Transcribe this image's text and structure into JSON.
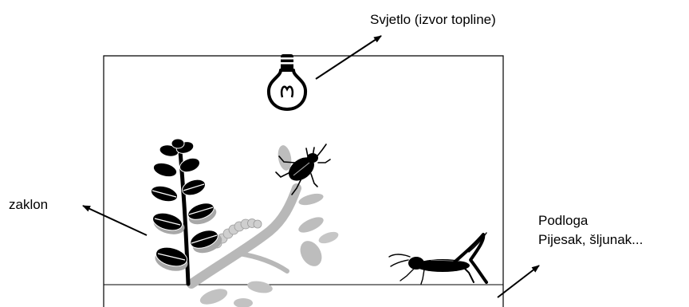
{
  "labels": {
    "light": "Svjetlo (izvor topline)",
    "shelter": "zaklon",
    "substrate_line1": "Podloga",
    "substrate_line2": "Pijesak, šljunak..."
  },
  "colors": {
    "ink": "#000000",
    "plant_gray": "#b8b8b8",
    "leaf_shadow": "#a8a8a8"
  },
  "icons": {
    "light": "light-bulb-icon",
    "plant": "leafy-plant-icon",
    "branch": "branch-icon",
    "caterpillar": "caterpillar-icon",
    "beetle": "beetle-icon",
    "cricket": "cricket-icon"
  }
}
